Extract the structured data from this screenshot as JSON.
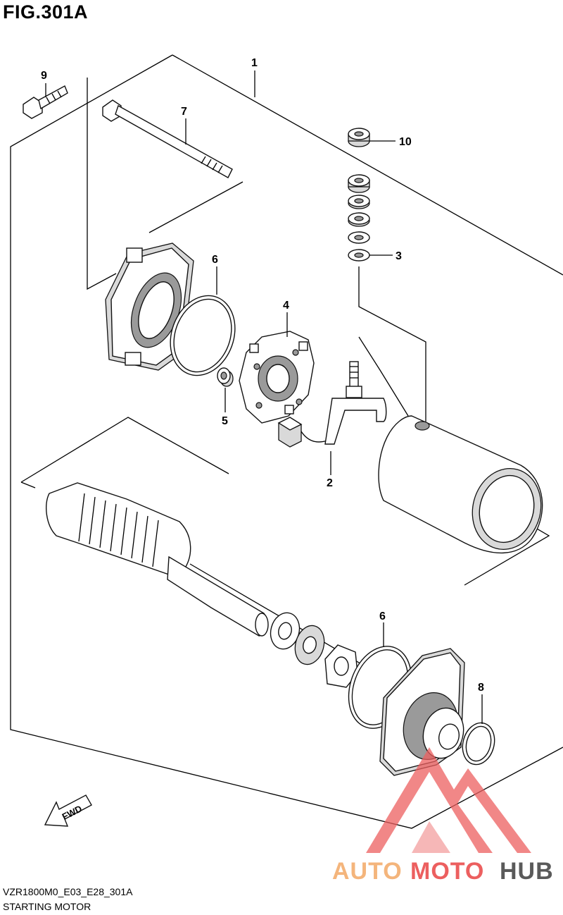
{
  "figure": {
    "title": "FIG.301A",
    "code": "VZR1800M0_E03_E28_301A",
    "caption": "STARTING MOTOR"
  },
  "callouts": [
    {
      "id": "callout-1",
      "label": "1"
    },
    {
      "id": "callout-2",
      "label": "2"
    },
    {
      "id": "callout-3",
      "label": "3"
    },
    {
      "id": "callout-4",
      "label": "4"
    },
    {
      "id": "callout-5",
      "label": "5"
    },
    {
      "id": "callout-6a",
      "label": "6"
    },
    {
      "id": "callout-6b",
      "label": "6"
    },
    {
      "id": "callout-7",
      "label": "7"
    },
    {
      "id": "callout-8",
      "label": "8"
    },
    {
      "id": "callout-9",
      "label": "9"
    },
    {
      "id": "callout-10",
      "label": "10"
    }
  ],
  "direction_arrow": {
    "label": "FWD"
  },
  "watermark": {
    "part1": "AUTO",
    "part2": "MOTO",
    "part3": "HUB",
    "colors": {
      "part1": "#f4b57c",
      "part2": "#ec5f5f",
      "part3": "#5a5a5a",
      "logo": "#ec5f5f"
    }
  }
}
